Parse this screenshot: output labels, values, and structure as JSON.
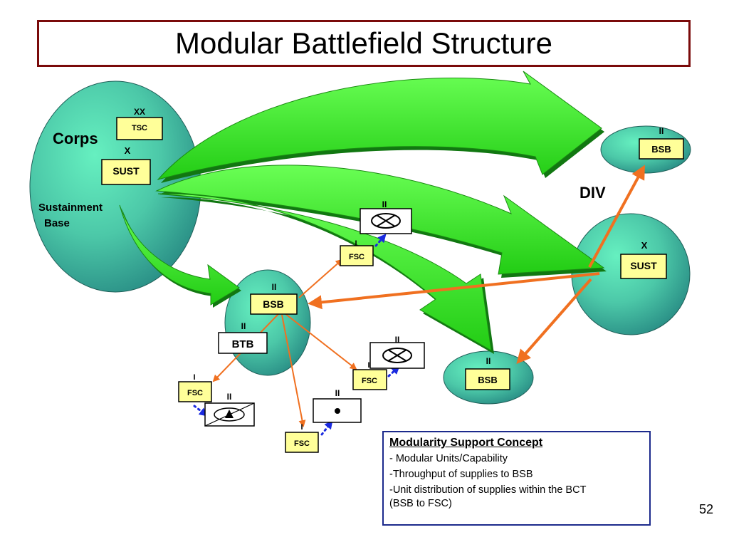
{
  "slide": {
    "title": "Modular Battlefield Structure",
    "page_number": "52"
  },
  "nodes": {
    "corps_label": "Corps",
    "sustainment_line1": "Sustainment",
    "sustainment_line2": "Base",
    "tsc_echelon": "XX",
    "tsc": "TSC",
    "corps_sust_echelon": "X",
    "corps_sust": "SUST",
    "div_label": "DIV",
    "div_sust_echelon": "X",
    "div_sust": "SUST",
    "bsb_echelon": "II",
    "bsb": "BSB",
    "btb_echelon": "II",
    "btb": "BTB",
    "fsc_echelon": "I",
    "fsc": "FSC",
    "symbol_echelon": "II"
  },
  "legend": {
    "title": "Modularity Support Concept",
    "items": [
      "- Modular Units/Capability",
      "-Throughput of supplies to BSB",
      "-Unit distribution of supplies within the BCT",
      "(BSB to FSC)"
    ]
  },
  "colors": {
    "title_border": "#7a0a0a",
    "big_arrow_fill": "#33ee22",
    "big_arrow_shadow": "#117711",
    "orange_arrow": "#f07020",
    "blue_dotted": "#1a2ae0",
    "unit_box_fill": "#ffff99",
    "ellipse_light": "#66f0c0",
    "ellipse_dark": "#2a8f86",
    "legend_border": "#1c2a8c"
  }
}
